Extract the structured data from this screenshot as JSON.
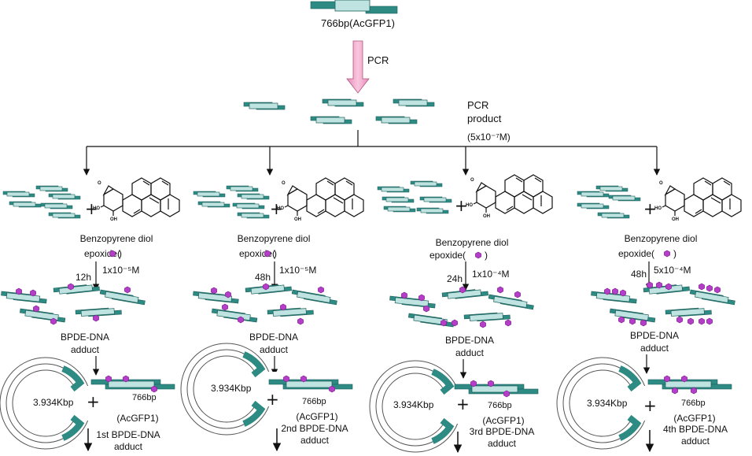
{
  "colors": {
    "teal": "#2e8b84",
    "teal_light": "#bfe3e0",
    "pink": "#f4a6cc",
    "magenta": "#b43ec8",
    "line": "#111111"
  },
  "top": {
    "fragment_label": "766bp(AcGFP1)",
    "pcr_label": "PCR",
    "product_label_1": "PCR",
    "product_label_2": "product",
    "concentration_label": "(5x10⁻⁷M)"
  },
  "branches": [
    {
      "reagent_label_1": "Benzopyrene diol",
      "reagent_label_2": "epoxide(",
      "reagent_label_close": ")",
      "time": "12h",
      "dose": "1x10⁻⁵M",
      "adduct_label_1": "BPDE-DNA",
      "adduct_label_2": "adduct",
      "plasmid_size": "3.934Kbp",
      "insert_size": "766bp",
      "insert_name": "(AcGFP1)",
      "result_label_1": "1st BPDE-DNA",
      "result_label_2": "adduct"
    },
    {
      "reagent_label_1": "Benzopyrene diol",
      "reagent_label_2": "epoxide(",
      "reagent_label_close": ")",
      "time": "48h",
      "dose": "1x10⁻⁵M",
      "adduct_label_1": "BPDE-DNA",
      "adduct_label_2": "adduct",
      "plasmid_size": "3.934Kbp",
      "insert_size": "766bp",
      "insert_name": "(AcGFP1)",
      "result_label_1": "2nd BPDE-DNA",
      "result_label_2": "adduct"
    },
    {
      "reagent_label_1": "Benzopyrene diol",
      "reagent_label_2": "epoxide(",
      "reagent_label_close": ")",
      "time": "24h",
      "dose": "1x10⁻⁴M",
      "adduct_label_1": "BPDE-DNA",
      "adduct_label_2": "adduct",
      "plasmid_size": "3.934Kbp",
      "insert_size": "766bp",
      "insert_name": "(AcGFP1)",
      "result_label_1": "3rd BPDE-DNA",
      "result_label_2": "adduct"
    },
    {
      "reagent_label_1": "Benzopyrene diol",
      "reagent_label_2": "epoxide(",
      "reagent_label_close": ")",
      "time": "48h",
      "dose": "5x10⁻⁴M",
      "adduct_label_1": "BPDE-DNA",
      "adduct_label_2": "adduct",
      "plasmid_size": "3.934Kbp",
      "insert_size": "766bp",
      "insert_name": "(AcGFP1)",
      "result_label_1": "4th BPDE-DNA",
      "result_label_2": "adduct"
    }
  ]
}
